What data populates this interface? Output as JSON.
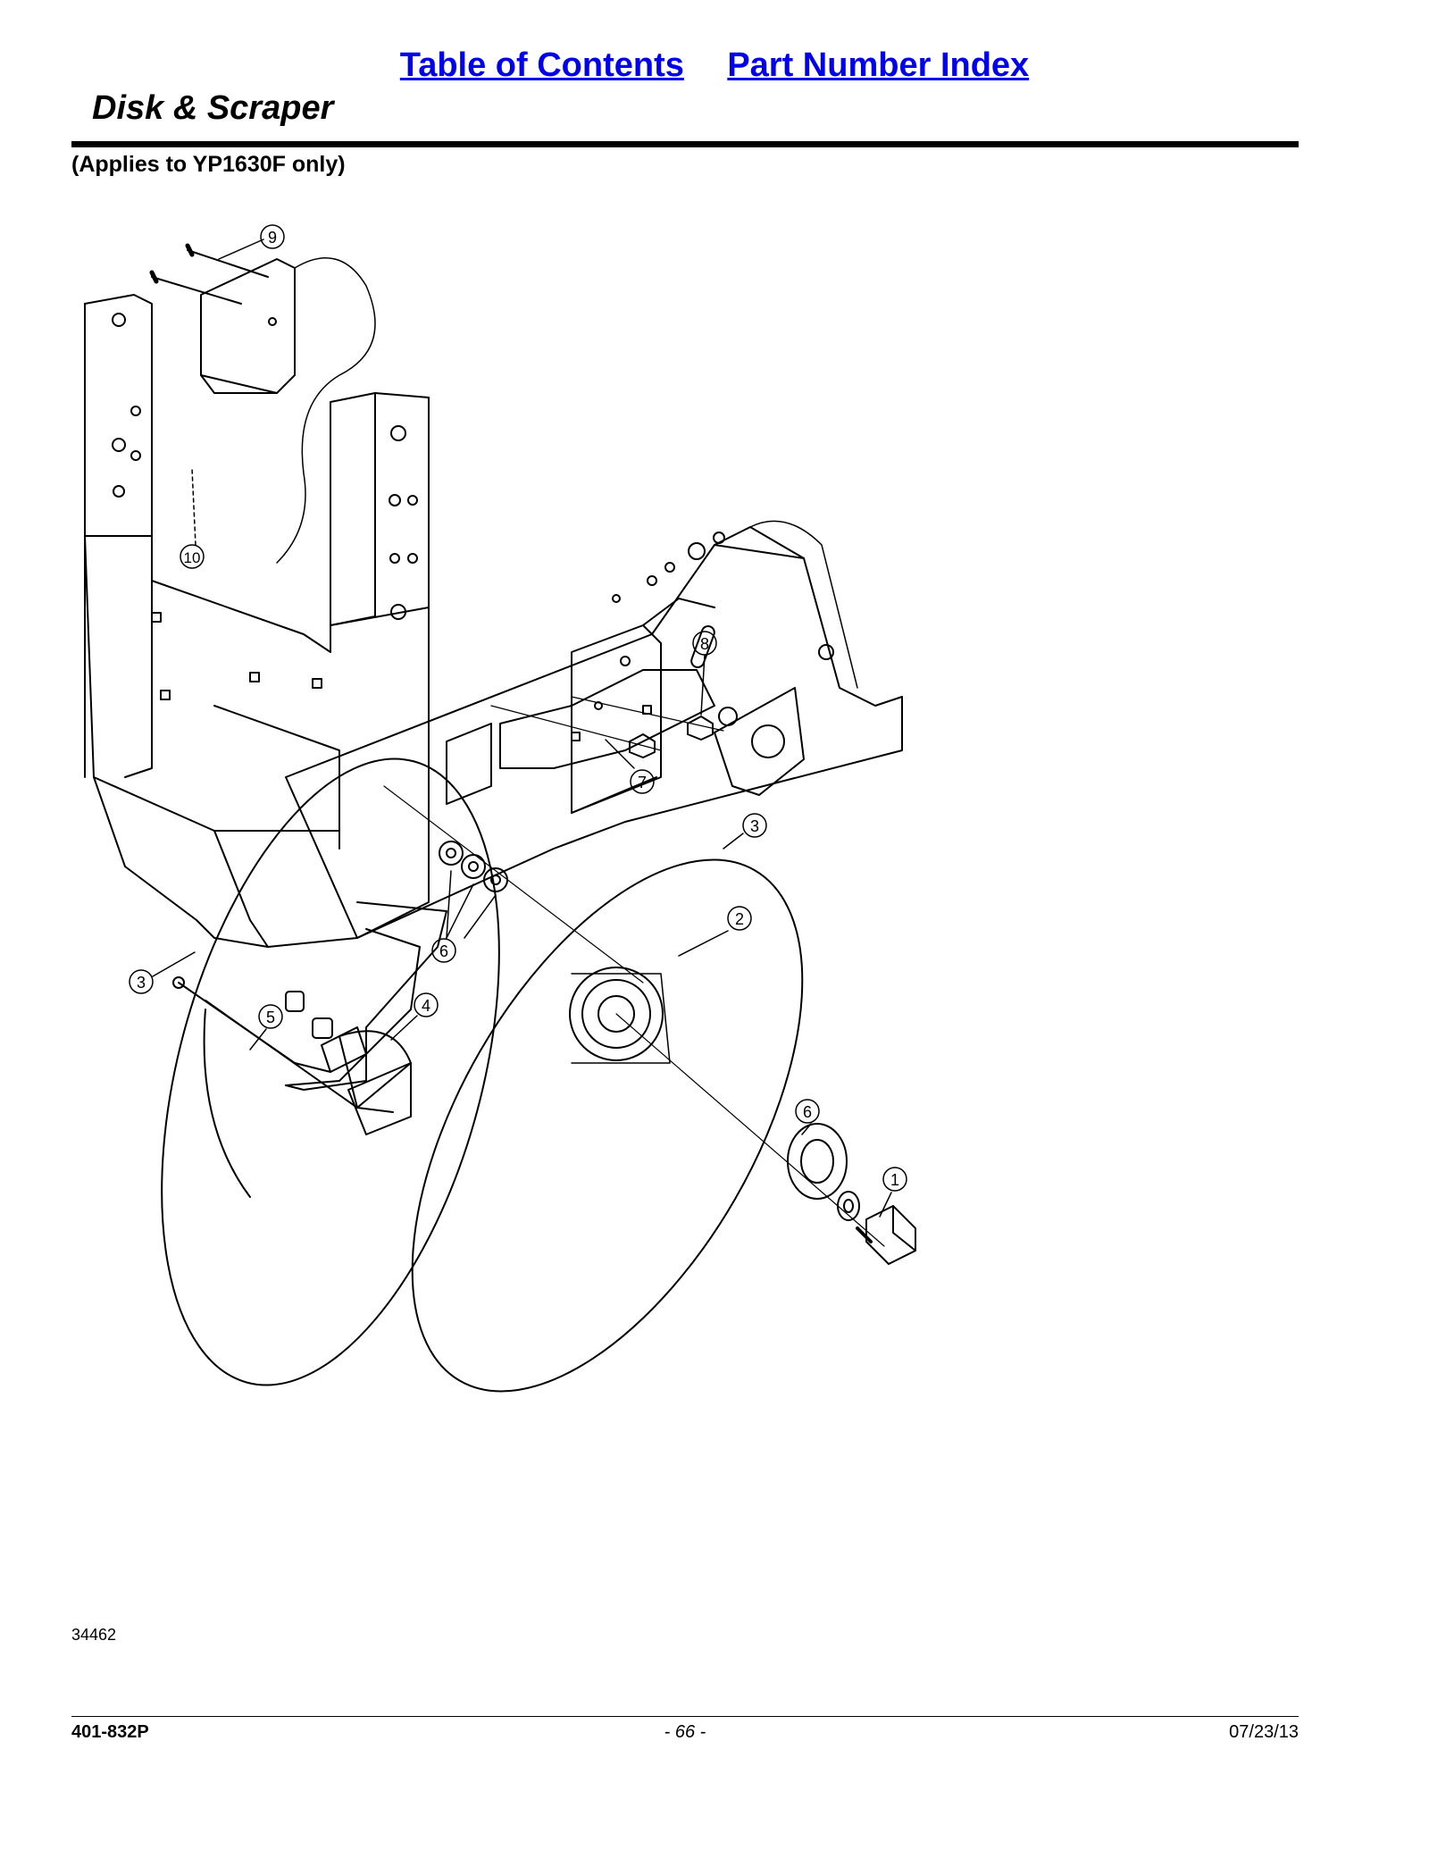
{
  "nav": {
    "toc": "Table of Contents",
    "index": "Part Number Index"
  },
  "page_title": "Disk & Scraper",
  "subtitle": "(Applies to YP1630F only)",
  "figure_number": "34462",
  "callouts": [
    "1",
    "2",
    "3",
    "3",
    "4",
    "5",
    "6",
    "6",
    "7",
    "8",
    "9",
    "10"
  ],
  "footer": {
    "doc_number": "401-832P",
    "page": "- 66 -",
    "date": "07/23/13"
  }
}
